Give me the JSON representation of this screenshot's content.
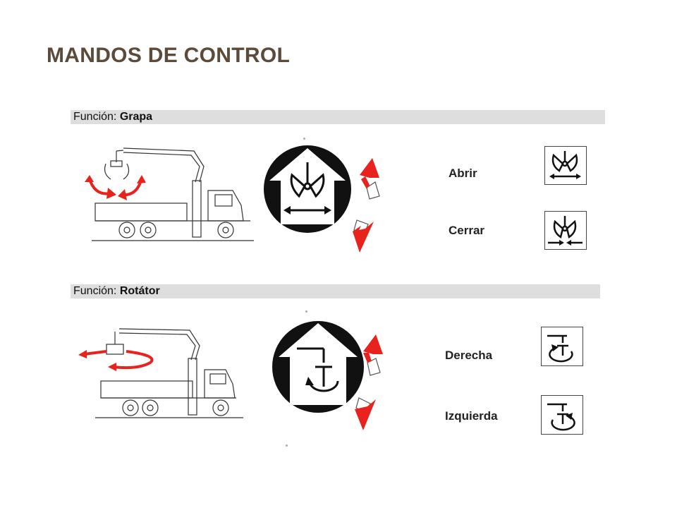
{
  "title": "MANDOS DE CONTROL",
  "sections": [
    {
      "prefix": "Función:",
      "name": "Grapa",
      "actions": [
        {
          "label": "Abrir",
          "icon": "grapple-open-icon"
        },
        {
          "label": "Cerrar",
          "icon": "grapple-close-icon"
        }
      ]
    },
    {
      "prefix": "Función:",
      "name": "Rotátor",
      "actions": [
        {
          "label": "Derecha",
          "icon": "rotate-right-icon"
        },
        {
          "label": "Izquierda",
          "icon": "rotate-left-icon"
        }
      ]
    }
  ],
  "colors": {
    "title": "#5c4a3a",
    "bar": "#dedede",
    "arrow": "#e8231d",
    "ink": "#111111"
  }
}
